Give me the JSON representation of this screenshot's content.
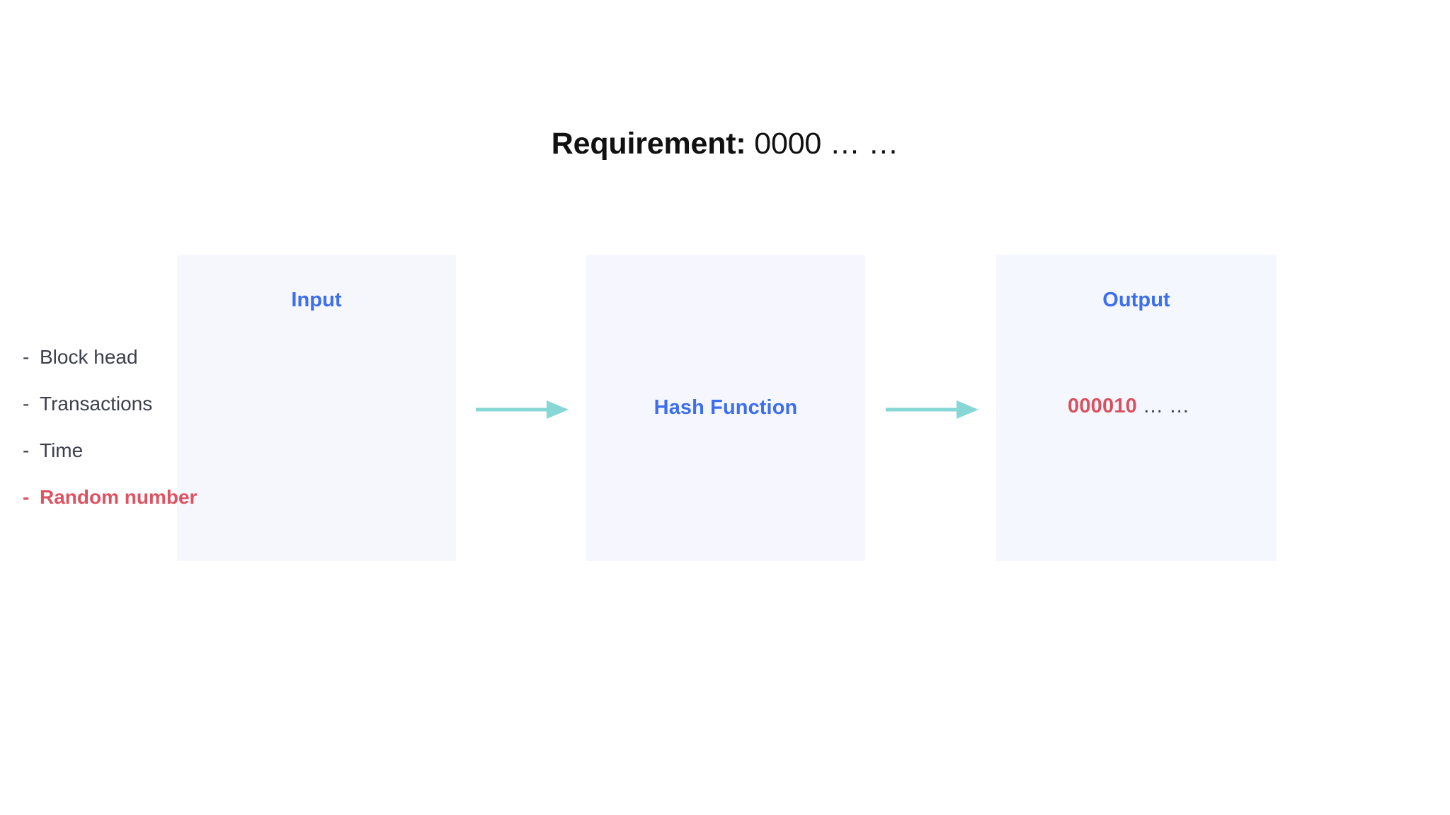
{
  "title": {
    "label": "Requirement:",
    "value": "0000 … …"
  },
  "colors": {
    "accent_blue": "#3c6ef0",
    "highlight_red": "#de5361",
    "arrow_teal": "#86d7d5",
    "panel_bg": "#f5f7fe",
    "body_text": "#3d4049",
    "page_bg": "#ffffff"
  },
  "panels": {
    "input": {
      "heading": "Input",
      "items": [
        {
          "dash": "-",
          "label": "Block head",
          "highlight": false
        },
        {
          "dash": "-",
          "label": "Transactions",
          "highlight": false
        },
        {
          "dash": "-",
          "label": "Time",
          "highlight": false
        },
        {
          "dash": "-",
          "label": "Random number",
          "highlight": true
        }
      ]
    },
    "hash": {
      "heading": "Hash Function"
    },
    "output": {
      "heading": "Output",
      "hash_digits": "000010",
      "hash_rest": " … …"
    }
  },
  "arrows": [
    {
      "name": "arrow-input-to-hash",
      "direction": "right"
    },
    {
      "name": "arrow-hash-to-output",
      "direction": "right"
    }
  ]
}
